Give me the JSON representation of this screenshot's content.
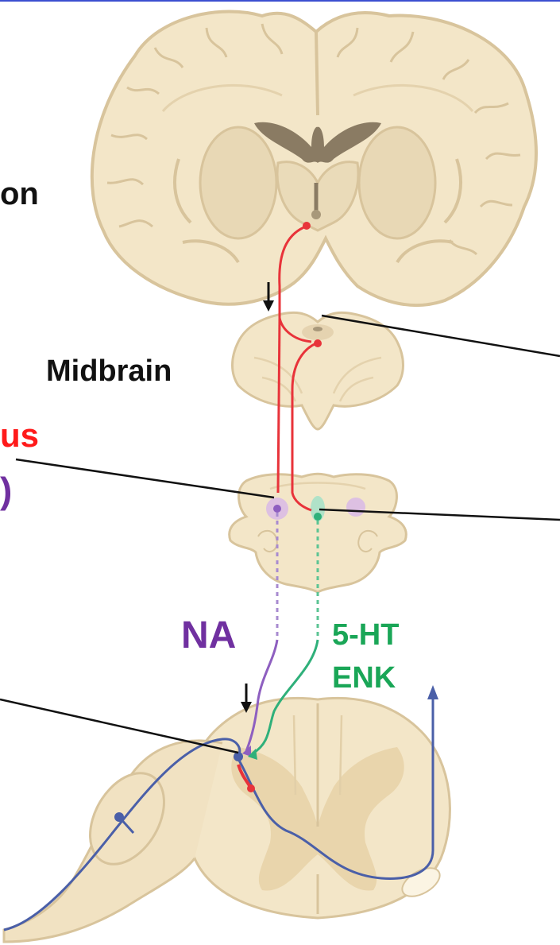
{
  "labels": {
    "top_left_fragment": "on",
    "midbrain": "Midbrain",
    "red_fragment": "us",
    "purple_fragment": ")",
    "noradrenaline": "NA",
    "serotonin": "5-HT",
    "enkephalin": "ENK"
  },
  "colors": {
    "tissue": "#f3e6c8",
    "tissue_outline": "#d8c49c",
    "ventricle": "#8a7b63",
    "red_pathway": "#e8333a",
    "purple_pathway": "#8e5fc0",
    "green_pathway": "#2fb07a",
    "blue_afferent": "#4a5fa8",
    "label_red": "#ff1a1a",
    "label_purple": "#7030a0",
    "label_green": "#1aa657"
  }
}
